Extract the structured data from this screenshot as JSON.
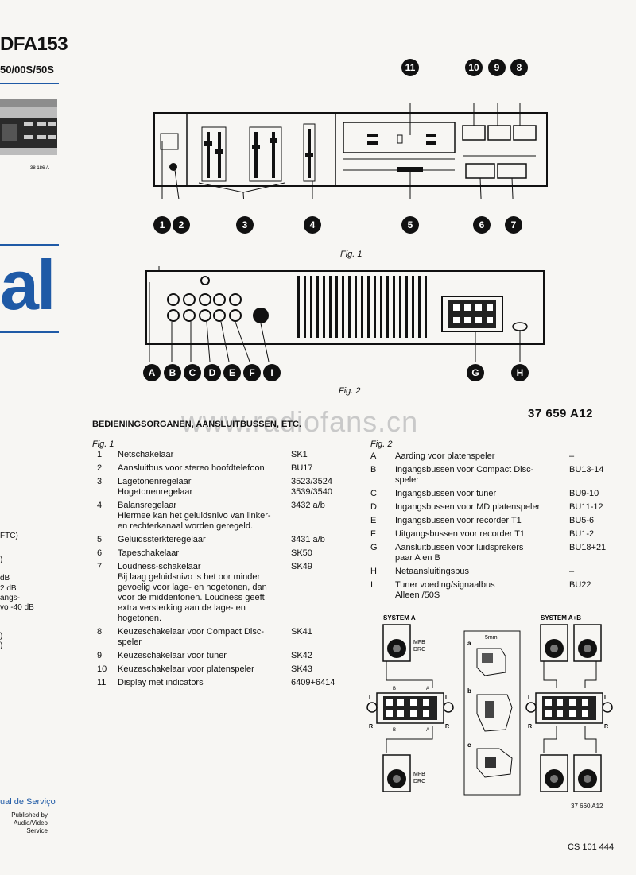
{
  "left_column": {
    "model": "DFA153",
    "variants": "50/00S/50S",
    "photo_label": "38 186 A",
    "brand_word": "al",
    "notes": [
      "FTC)",
      ")",
      "dB",
      "2 dB",
      "angs-",
      "vo -40 dB",
      ")",
      ")"
    ],
    "manual_label": "ual de Serviço",
    "published_by": "Published by",
    "published_org": "Audio/Video Service"
  },
  "fig1": {
    "caption": "Fig. 1",
    "callouts": [
      "1",
      "2",
      "3",
      "4",
      "5",
      "6",
      "7",
      "8",
      "9",
      "10",
      "11"
    ]
  },
  "fig2": {
    "caption": "Fig. 2",
    "callouts": [
      "A",
      "B",
      "C",
      "D",
      "E",
      "F",
      "I",
      "G",
      "H"
    ]
  },
  "watermark": "www.radiofans.cn",
  "doc_number": "37 659 A12",
  "heading": "BEDIENINGSORGANEN, AANSLUITBUSSEN, ETC.",
  "list_fig1": {
    "title": "Fig. 1",
    "items": [
      {
        "n": "1",
        "t": "Netschakelaar",
        "c": "SK1"
      },
      {
        "n": "2",
        "t": "Aansluitbus voor stereo hoofdtelefoon",
        "c": "BU17"
      },
      {
        "n": "3",
        "t": "Lagetonenregelaar",
        "c": "3523/3524"
      },
      {
        "n": "",
        "t": "Hogetonenregelaar",
        "c": "3539/3540"
      },
      {
        "n": "4",
        "t": "Balansregelaar",
        "c": "3432 a/b"
      },
      {
        "n": "",
        "t": "Hiermee kan het geluidsnivo van linker-",
        "c": ""
      },
      {
        "n": "",
        "t": "en rechterkanaal worden geregeld.",
        "c": ""
      },
      {
        "n": "5",
        "t": "Geluidssterkteregelaar",
        "c": "3431 a/b"
      },
      {
        "n": "6",
        "t": "Tapeschakelaar",
        "c": "SK50"
      },
      {
        "n": "7",
        "t": "Loudness-schakelaar",
        "c": "SK49"
      },
      {
        "n": "",
        "t": "Bij laag geluidsnivo is het oor minder",
        "c": ""
      },
      {
        "n": "",
        "t": "gevoelig voor lage- en hogetonen, dan",
        "c": ""
      },
      {
        "n": "",
        "t": "voor de middentonen. Loudness geeft",
        "c": ""
      },
      {
        "n": "",
        "t": "extra versterking aan de lage- en",
        "c": ""
      },
      {
        "n": "",
        "t": "hogetonen.",
        "c": ""
      },
      {
        "n": "8",
        "t": "Keuzeschakelaar voor Compact Disc-",
        "c": "SK41"
      },
      {
        "n": "",
        "t": "speler",
        "c": ""
      },
      {
        "n": "9",
        "t": "Keuzeschakelaar voor tuner",
        "c": "SK42"
      },
      {
        "n": "10",
        "t": "Keuzeschakelaar voor platenspeler",
        "c": "SK43"
      },
      {
        "n": "11",
        "t": "Display met indicators",
        "c": "6409+6414"
      }
    ]
  },
  "list_fig2": {
    "title": "Fig. 2",
    "items": [
      {
        "n": "A",
        "t": "Aarding voor platenspeler",
        "c": "–"
      },
      {
        "n": "B",
        "t": "Ingangsbussen voor Compact Disc-",
        "c": "BU13-14"
      },
      {
        "n": "",
        "t": "speler",
        "c": ""
      },
      {
        "n": "C",
        "t": "Ingangsbussen voor tuner",
        "c": "BU9-10"
      },
      {
        "n": "D",
        "t": "Ingangsbussen voor MD platenspeler",
        "c": "BU11-12"
      },
      {
        "n": "E",
        "t": "Ingangsbussen voor recorder T1",
        "c": "BU5-6"
      },
      {
        "n": "F",
        "t": "Uitgangsbussen voor recorder T1",
        "c": "BU1-2"
      },
      {
        "n": "G",
        "t": "Aansluitbussen voor luidsprekers",
        "c": "BU18+21"
      },
      {
        "n": "",
        "t": "paar A en B",
        "c": ""
      },
      {
        "n": "H",
        "t": "Netaansluitingsbus",
        "c": "–"
      },
      {
        "n": "I",
        "t": "Tuner voeding/signaalbus",
        "c": "BU22"
      },
      {
        "n": "",
        "t": "Alleen /50S",
        "c": ""
      }
    ]
  },
  "fig3": {
    "system_a": "SYSTEM  A",
    "system_ab": "SYSTEM  A+B",
    "mfb": "MFB",
    "drc": "DRC",
    "mm": "5mm",
    "step_a": "a",
    "step_b": "b",
    "step_c": "c",
    "L": "L",
    "R": "R",
    "A": "A",
    "B": "B",
    "fig_no": "37 660  A12"
  },
  "footer_code": "CS 101 444"
}
